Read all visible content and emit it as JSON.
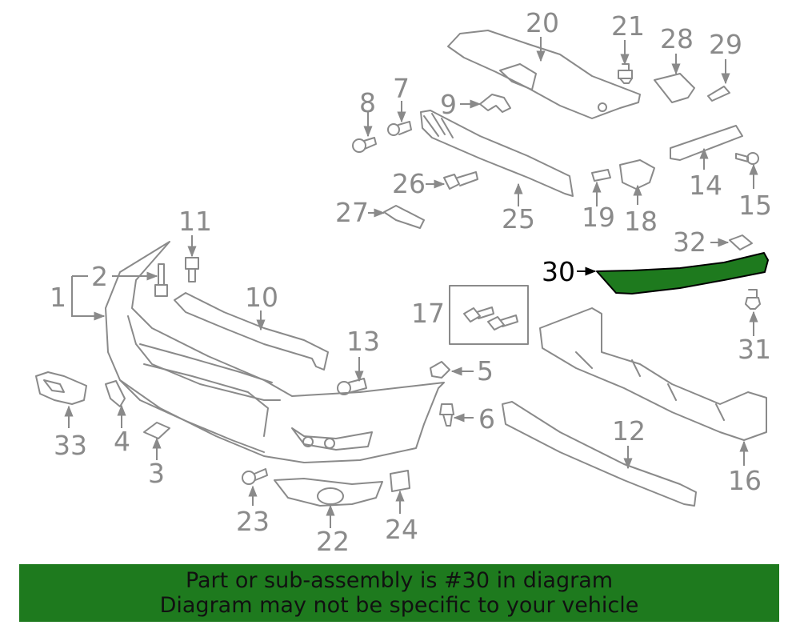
{
  "diagram": {
    "highlight_color": "#1e7a1e",
    "highlighted_part": "30",
    "labels": {
      "l1": "1",
      "l2": "2",
      "l3": "3",
      "l4": "4",
      "l5": "5",
      "l6": "6",
      "l7": "7",
      "l8": "8",
      "l9": "9",
      "l10": "10",
      "l11": "11",
      "l12": "12",
      "l13": "13",
      "l14": "14",
      "l15": "15",
      "l16": "16",
      "l17": "17",
      "l18": "18",
      "l19": "19",
      "l20": "20",
      "l21": "21",
      "l22": "22",
      "l23": "23",
      "l24": "24",
      "l25": "25",
      "l26": "26",
      "l27": "27",
      "l28": "28",
      "l29": "29",
      "l30": "30",
      "l31": "31",
      "l32": "32",
      "l33": "33"
    }
  },
  "banner": {
    "line1": "Part or sub-assembly is #30 in diagram",
    "line2": "Diagram may not be specific to your vehicle",
    "background": "#1e7a1e"
  }
}
